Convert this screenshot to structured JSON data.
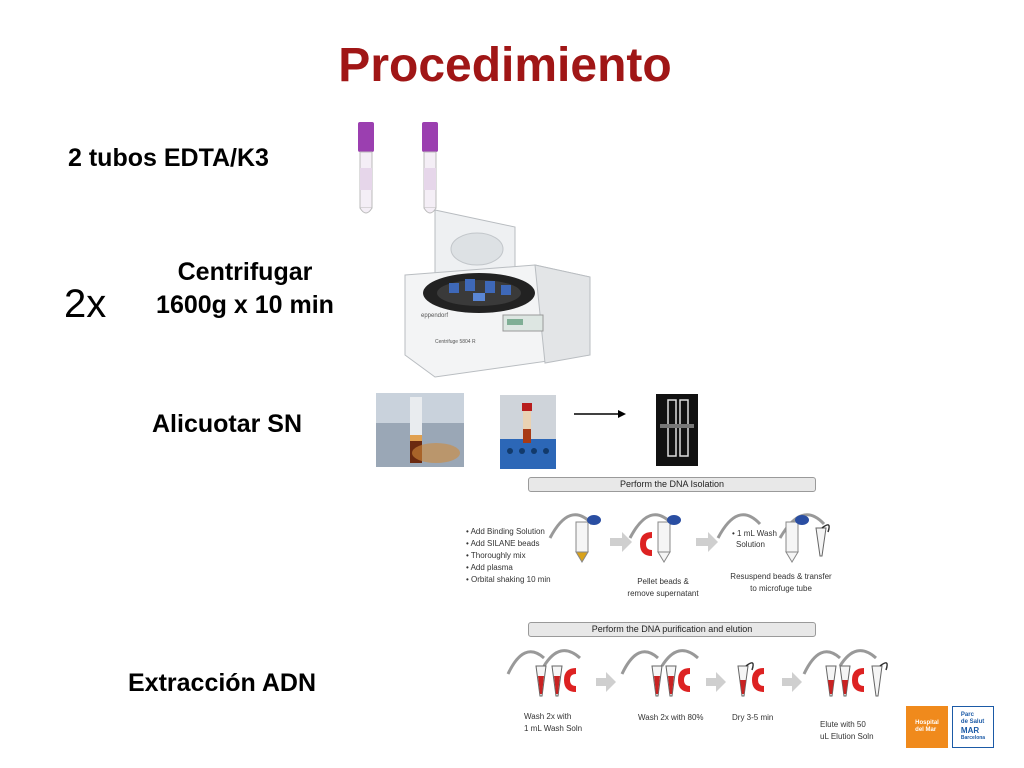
{
  "title": "Procedimiento",
  "steps": {
    "tubes": "2 tubos EDTA/K3",
    "repeat": "2x",
    "centrifuge_line1": "Centrifugar",
    "centrifuge_line2": "1600g x 10 min",
    "aliquot": "Alicuotar SN",
    "extraction": "Extracción ADN"
  },
  "isolation": {
    "header": "Perform the DNA Isolation",
    "bullets": [
      "Add  Binding Solution",
      "Add SILANE beads",
      "Thoroughly mix",
      "Add  plasma",
      "Orbital shaking 10 min"
    ],
    "wash_note_1": "• 1 mL Wash",
    "wash_note_2": "Solution",
    "pellet_1": "Pellet beads &",
    "pellet_2": "remove supernatant",
    "resuspend_1": "Resuspend beads & transfer",
    "resuspend_2": "to microfuge tube"
  },
  "purification": {
    "header": "Perform the DNA purification and elution",
    "wash1_1": "Wash 2x with",
    "wash1_2": "1 mL Wash Soln",
    "wash2": "Wash 2x with 80%",
    "dry": "Dry 3-5 min",
    "elute_1": "Elute with 50",
    "elute_2": "uL Elution Soln"
  },
  "centrifuge_text": {
    "brand": "eppendorf",
    "model": "Centrifuge 5804 R"
  },
  "logos": {
    "hospital_1": "Hospital",
    "hospital_2": "del Mar",
    "parc_1": "Parc",
    "parc_2": "de Salut",
    "parc_3": "MAR",
    "parc_4": "Barcelona"
  },
  "colors": {
    "title": "#a01616",
    "tube_cap": "#9b3fb0",
    "hospital_logo": "#f08a1c",
    "parc_logo": "#1b5aa6"
  }
}
